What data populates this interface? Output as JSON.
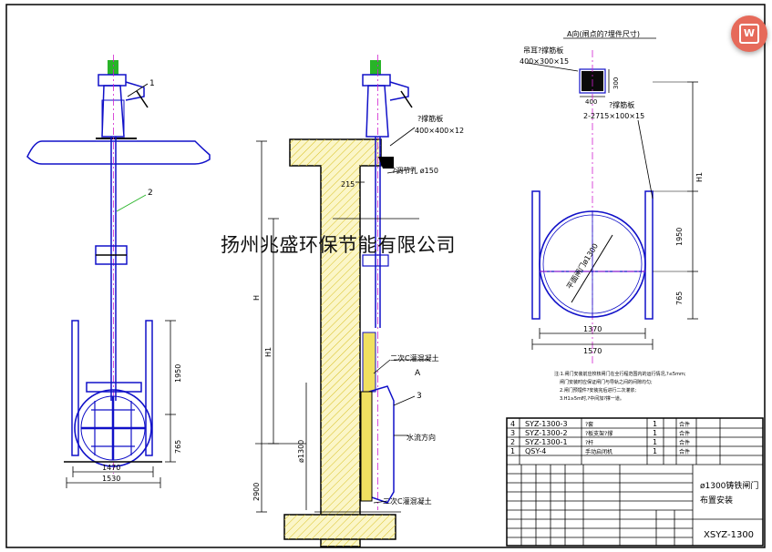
{
  "overlay_title": "扬州兆盛环保节能有限公司",
  "floating_button": {
    "glyph": "W"
  },
  "left_view": {
    "callouts": [
      "1",
      "2"
    ],
    "dims": {
      "h1": "1950",
      "h2": "765",
      "w1": "1470",
      "w2": "1530"
    }
  },
  "section_view": {
    "plate_label": "?撑筋板",
    "plate_size": "400×400×12",
    "hole_label": "?调节孔 ø150",
    "dim_215": "215",
    "dim_H": "H",
    "dim_H1": "H1",
    "dim_d": "ø1300",
    "dim_2900": "2900",
    "concrete1": "二次C灌混凝土",
    "concrete2": "二次C灌混凝土",
    "section_A": "A",
    "callout_3": "3",
    "flow": "水流方向"
  },
  "right_view": {
    "title": "A向(闸点的?埋件尺寸)",
    "top_label": "吊耳?撑筋板",
    "top_size": "400×300×15",
    "top_w": "400",
    "top_h": "300",
    "mid_label": "?撑筋板",
    "mid_size": "2-2715×100×15",
    "h1": "H1",
    "h_1950": "1950",
    "h_765": "765",
    "diag": "平面闸门ø1300",
    "w1": "1370",
    "w2": "1570"
  },
  "notes": [
    "注:1.闸门安装前应校核闸门在全行程范围内的运行情况,?≤5mm;",
    "闸门安装时应保证闸门与导轨之间的间隙均匀;",
    "2.闸门预埋件?安装完后进行二次灌浆;",
    "3.H1≥5m时,?中间加?撑一道。"
  ],
  "bom": [
    {
      "no": "4",
      "code": "SYZ-1300-3",
      "name": "?套",
      "qty": "1",
      "mat": "合件"
    },
    {
      "no": "3",
      "code": "SYZ-1300-2",
      "name": "?板支架?撑",
      "qty": "1",
      "mat": "合件"
    },
    {
      "no": "2",
      "code": "SYZ-1300-1",
      "name": "?杆",
      "qty": "1",
      "mat": "合件"
    },
    {
      "no": "1",
      "code": "QSY-4",
      "name": "手动启闭机",
      "qty": "1",
      "mat": "合件"
    }
  ],
  "title_block": {
    "title_line1": "ø1300铸铁闸门",
    "title_line2": "布置安装",
    "drawing_no": "XSYZ-1300"
  }
}
